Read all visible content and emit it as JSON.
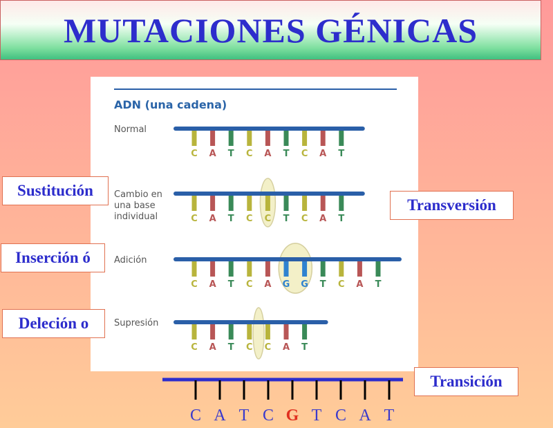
{
  "title": "MUTACIONES GÉNICAS",
  "diagram": {
    "heading": "ADN (una cadena)",
    "rows": [
      {
        "label": "Normal",
        "sequence": "CATCATCAT",
        "highlight": []
      },
      {
        "label": "Cambio en una base individual",
        "sequence": "CATCCTCAT",
        "highlight": [
          4
        ]
      },
      {
        "label": "Adición",
        "sequence": "CATCAGGTCAT",
        "highlight": [
          5,
          6
        ]
      },
      {
        "label": "Supresión",
        "sequence": "CATCCAT",
        "highlight": [
          3.5
        ]
      }
    ],
    "base_colors": {
      "C": "#b8b43c",
      "A": "#b85656",
      "T": "#3a8a58",
      "G": "#2e82d0"
    },
    "strand_color": "#2a5fa8"
  },
  "labels": {
    "sustitucion": "Sustitución",
    "insercion": "Inserción ó",
    "delecion": "Deleción o",
    "transversion": "Transversión",
    "transicion": "Transición"
  },
  "bottom_strand": {
    "sequence": [
      "C",
      "A",
      "T",
      "C",
      "G",
      "T",
      "C",
      "A",
      "T"
    ],
    "mutated_index": 4,
    "letter_color": "#3a3acc",
    "mutated_color": "#e03020"
  }
}
